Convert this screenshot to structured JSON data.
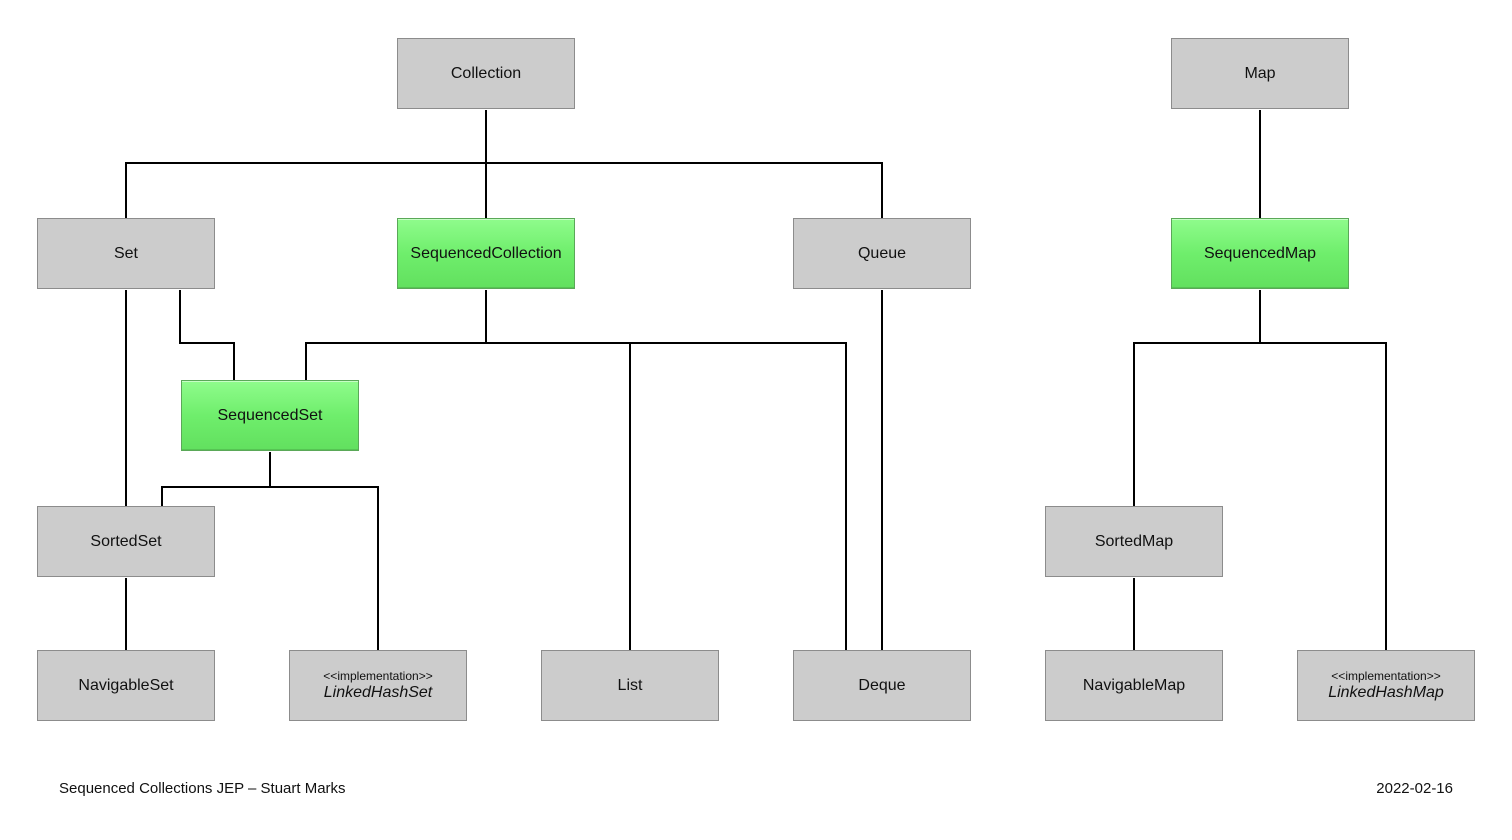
{
  "diagram": {
    "nodes": [
      {
        "id": "Collection",
        "label": "Collection",
        "kind": "interface"
      },
      {
        "id": "Map",
        "label": "Map",
        "kind": "interface"
      },
      {
        "id": "Set",
        "label": "Set",
        "kind": "interface"
      },
      {
        "id": "SequencedCollection",
        "label": "SequencedCollection",
        "kind": "sequenced"
      },
      {
        "id": "Queue",
        "label": "Queue",
        "kind": "interface"
      },
      {
        "id": "SequencedMap",
        "label": "SequencedMap",
        "kind": "sequenced"
      },
      {
        "id": "SequencedSet",
        "label": "SequencedSet",
        "kind": "sequenced"
      },
      {
        "id": "SortedSet",
        "label": "SortedSet",
        "kind": "interface"
      },
      {
        "id": "SortedMap",
        "label": "SortedMap",
        "kind": "interface"
      },
      {
        "id": "NavigableSet",
        "label": "NavigableSet",
        "kind": "interface"
      },
      {
        "id": "LinkedHashSet",
        "label": "LinkedHashSet",
        "stereotype": "<<implementation>>",
        "kind": "implementation"
      },
      {
        "id": "List",
        "label": "List",
        "kind": "interface"
      },
      {
        "id": "Deque",
        "label": "Deque",
        "kind": "interface"
      },
      {
        "id": "NavigableMap",
        "label": "NavigableMap",
        "kind": "interface"
      },
      {
        "id": "LinkedHashMap",
        "label": "LinkedHashMap",
        "stereotype": "<<implementation>>",
        "kind": "implementation"
      }
    ],
    "edges": [
      {
        "from": "Collection",
        "to": "Set"
      },
      {
        "from": "Collection",
        "to": "SequencedCollection"
      },
      {
        "from": "Collection",
        "to": "Queue"
      },
      {
        "from": "Map",
        "to": "SequencedMap"
      },
      {
        "from": "Set",
        "to": "SequencedSet"
      },
      {
        "from": "Set",
        "to": "SortedSet"
      },
      {
        "from": "SequencedCollection",
        "to": "SequencedSet"
      },
      {
        "from": "SequencedCollection",
        "to": "List"
      },
      {
        "from": "SequencedCollection",
        "to": "Deque"
      },
      {
        "from": "Queue",
        "to": "Deque"
      },
      {
        "from": "SequencedSet",
        "to": "SortedSet"
      },
      {
        "from": "SequencedSet",
        "to": "LinkedHashSet"
      },
      {
        "from": "SortedSet",
        "to": "NavigableSet"
      },
      {
        "from": "SequencedMap",
        "to": "SortedMap"
      },
      {
        "from": "SequencedMap",
        "to": "LinkedHashMap"
      },
      {
        "from": "SortedMap",
        "to": "NavigableMap"
      }
    ]
  },
  "colors": {
    "interface_fill": "#cccccc",
    "sequenced_fill": "#7ef57b",
    "line": "#000000"
  },
  "footer": {
    "left": "Sequenced Collections JEP – Stuart Marks",
    "right": "2022-02-16"
  }
}
